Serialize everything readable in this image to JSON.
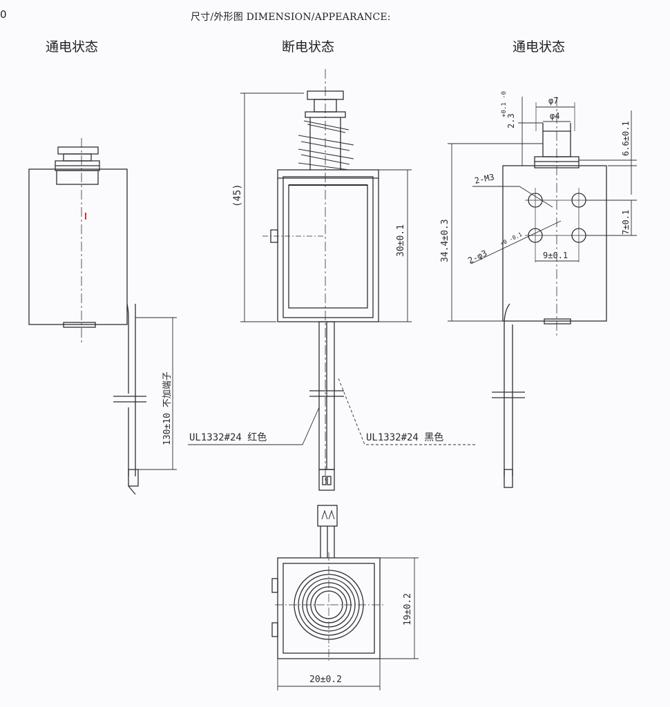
{
  "header": {
    "corner_text": "0",
    "title": "尺寸/外形图 DIMENSION/APPEARANCE:"
  },
  "views": {
    "left_title": "通电状态",
    "center_title": "断电状态",
    "right_title": "通电状态"
  },
  "dimensions": {
    "length_45": "(45)",
    "body_height": "30±0.1",
    "lead_length": "130±10 不加端子",
    "wire_red": "UL1332#24 红色",
    "wire_black": "UL1332#24 黑色",
    "phi7": "φ7",
    "phi4": "φ4",
    "plunger_2_3": "2.3",
    "plunger_tol": "+0.1 -0",
    "stroke_6_6": "6.6±0.1",
    "screw_m3": "2-M3",
    "pin_hole": "2-φ3",
    "pin_tol": "+0 -0.1",
    "overall_34_4": "34.4±0.3",
    "pitch_7": "7±0.1",
    "pitch_9": "9±0.1",
    "bottom_height": "19±0.2",
    "bottom_width": "20±0.2"
  },
  "colors": {
    "line": "#2b2b33",
    "accent_mark": "#d03030"
  }
}
